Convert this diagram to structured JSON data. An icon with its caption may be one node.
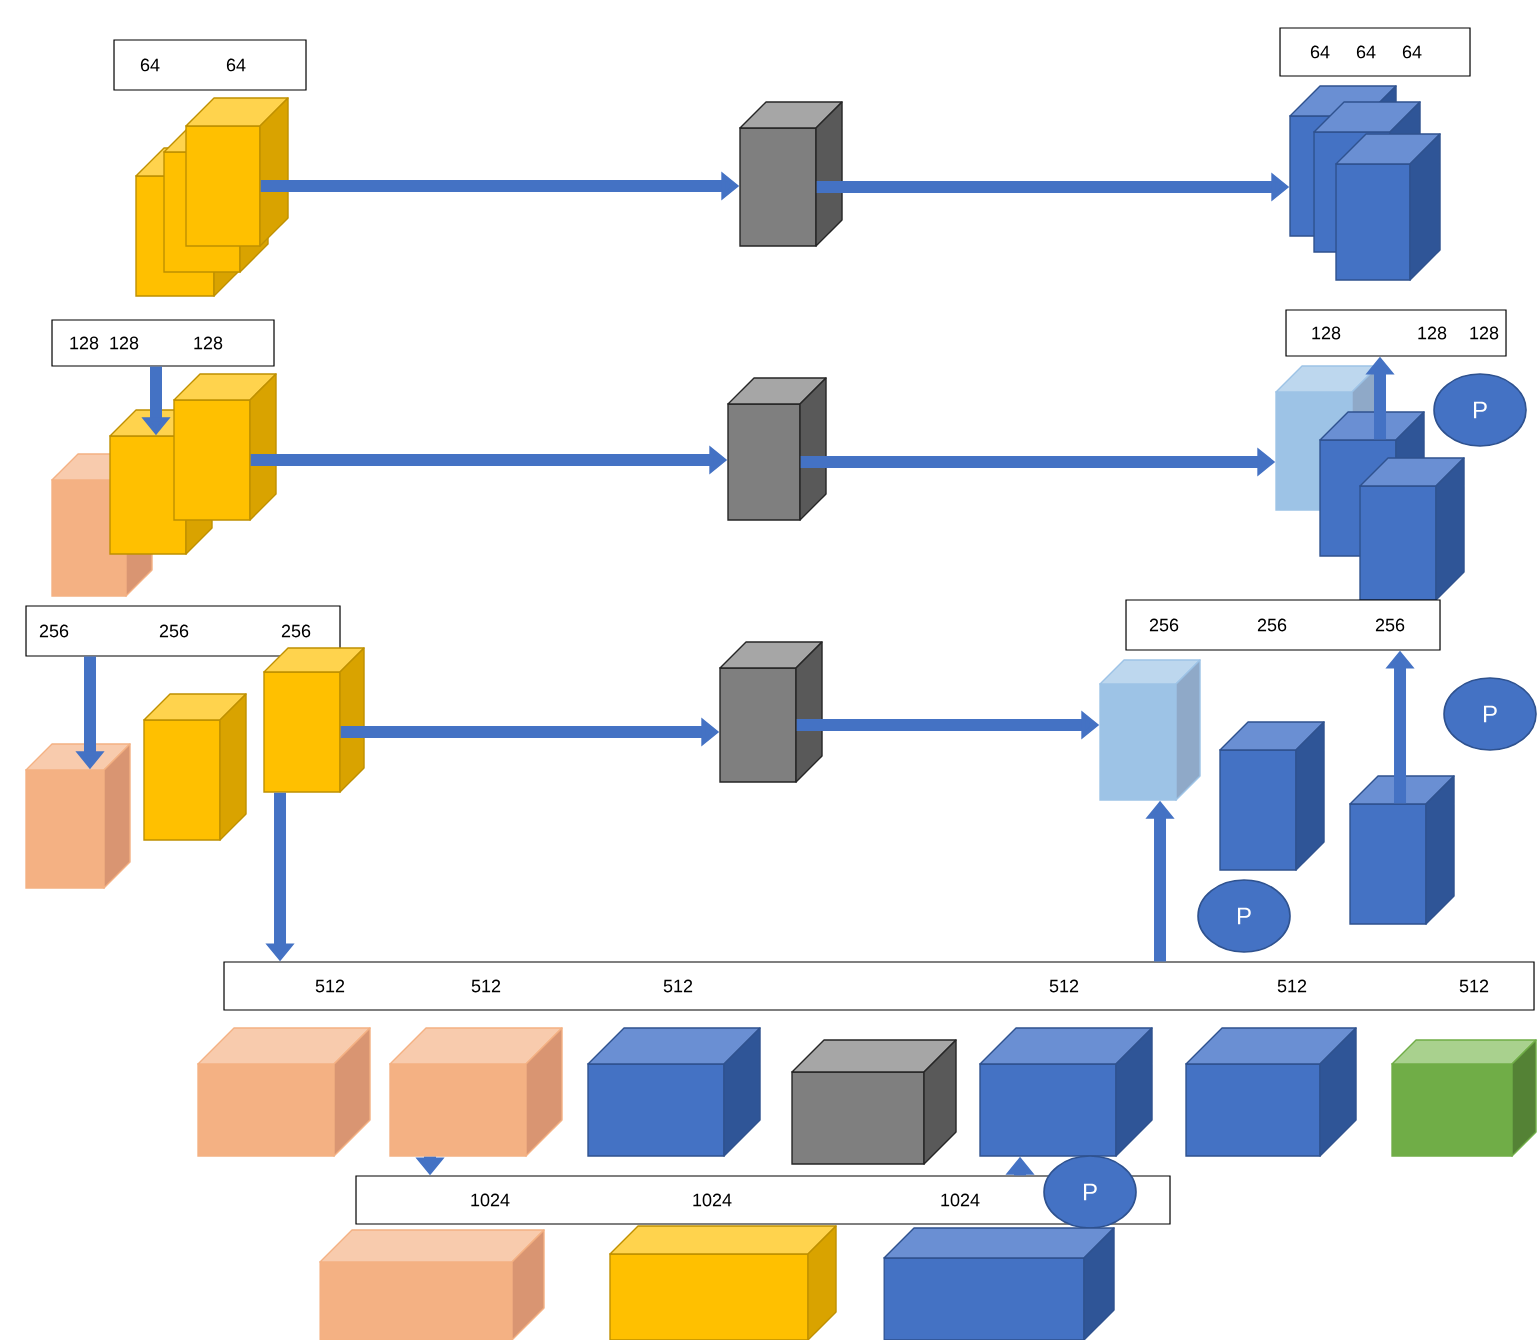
{
  "diagram": {
    "nodes": [
      {
        "text": [
          "64",
          "64"
        ]
      },
      {
        "text": [
          "64",
          "64",
          "64"
        ]
      },
      {
        "text": [],
        "shape": "box"
      },
      {
        "text": [],
        "shape": "box"
      },
      {
        "text": [],
        "shape": "box"
      },
      {
        "text": [],
        "shape": "box"
      },
      {
        "text": [],
        "shape": "box"
      },
      {
        "text": [],
        "shape": "box"
      },
      {
        "text": [],
        "shape": "box"
      },
      {
        "text": [
          "128",
          "128",
          "128"
        ]
      },
      {
        "text": [
          "128",
          "128",
          "128"
        ]
      },
      {
        "text": [
          "P"
        ]
      },
      {
        "text": [],
        "shape": "box"
      },
      {
        "text": [],
        "shape": "box"
      },
      {
        "text": [],
        "shape": "box"
      },
      {
        "text": [],
        "shape": "box"
      },
      {
        "text": [],
        "shape": "box"
      },
      {
        "text": [],
        "shape": "box"
      },
      {
        "text": [],
        "shape": "box"
      },
      {
        "text": [
          "256",
          "256",
          "256"
        ]
      },
      {
        "text": [
          "256",
          "256",
          "256"
        ]
      },
      {
        "text": [
          "P"
        ]
      },
      {
        "text": [],
        "shape": "box"
      },
      {
        "text": [],
        "shape": "box"
      },
      {
        "text": [],
        "shape": "box"
      },
      {
        "text": [],
        "shape": "box"
      },
      {
        "text": [],
        "shape": "box"
      },
      {
        "text": [],
        "shape": "box"
      },
      {
        "text": [],
        "shape": "box"
      },
      {
        "text": [
          "P"
        ]
      },
      {
        "text": [
          "512",
          "512",
          "512",
          "512",
          "512",
          "512"
        ]
      },
      {
        "text": [],
        "shape": "box"
      },
      {
        "text": [],
        "shape": "box"
      },
      {
        "text": [],
        "shape": "box"
      },
      {
        "text": [],
        "shape": "box"
      },
      {
        "text": [],
        "shape": "box"
      },
      {
        "text": [],
        "shape": "box"
      },
      {
        "text": [],
        "shape": "box"
      },
      {
        "text": [
          "1024",
          "1024",
          "1024"
        ]
      },
      {
        "text": [
          "P"
        ]
      },
      {
        "text": [],
        "shape": "box"
      },
      {
        "text": [],
        "shape": "box"
      },
      {
        "text": [],
        "shape": "box"
      }
    ],
    "edges": [
      {
        "from": 4,
        "to": 5,
        "arrow": "to"
      },
      {
        "from": 5,
        "to": 6,
        "arrow": "to"
      },
      {
        "from": 14,
        "to": 15,
        "arrow": "to"
      },
      {
        "from": 15,
        "to": 16,
        "arrow": "to"
      },
      {
        "from": 24,
        "to": 25,
        "arrow": "to"
      },
      {
        "from": 25,
        "to": 26,
        "arrow": "to"
      },
      {
        "from": 9,
        "to": 13,
        "arrow": "to"
      },
      {
        "from": 19,
        "to": 22,
        "arrow": "to"
      },
      {
        "from": 24,
        "to": 30,
        "arrow": "to"
      },
      {
        "from": 32,
        "to": 38,
        "arrow": "to"
      },
      {
        "from": 38,
        "to": 35,
        "arrow": "to"
      },
      {
        "from": 30,
        "to": 26,
        "arrow": "to"
      },
      {
        "from": 28,
        "to": 20,
        "arrow": "to"
      },
      {
        "from": 17,
        "to": 10,
        "arrow": "to"
      }
    ]
  }
}
